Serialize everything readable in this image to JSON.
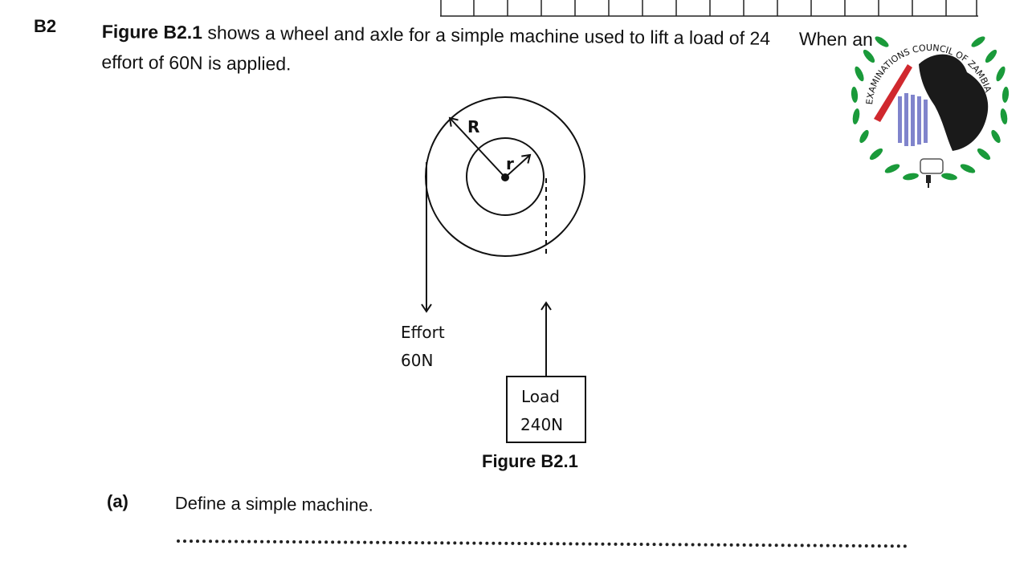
{
  "question": {
    "number": "B2",
    "stem_bold": "Figure B2.1",
    "stem_line1_rest": " shows a wheel and axle for a simple machine used to lift a load of 24",
    "stem_line1_tail": "When an",
    "stem_line2": "effort of 60N is applied."
  },
  "figure": {
    "radius_big_label": "R",
    "radius_small_label": "r",
    "effort_label": "Effort",
    "effort_value": "60N",
    "load_label": "Load",
    "load_value": "240N",
    "caption": "Figure B2.1"
  },
  "subquestion": {
    "letter": "(a)",
    "text": "Define a simple machine."
  },
  "seal": {
    "text": "EXAMINATIONS COUNCIL OF ZAMBIA",
    "leaf_color": "#1a9a3a",
    "eagle_color": "#1a1a1a",
    "falls_color": "#6a6fc4",
    "pen_color": "#d0282e"
  }
}
